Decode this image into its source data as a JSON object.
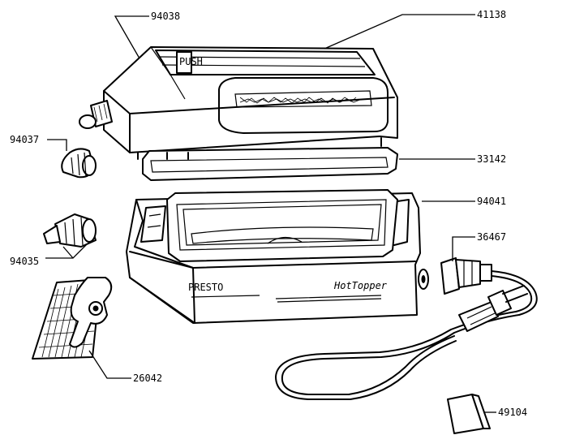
{
  "parts": [
    {
      "id": "lid",
      "number": "94038"
    },
    {
      "id": "topper-panel",
      "number": "41138"
    },
    {
      "id": "knob-small",
      "number": "94037"
    },
    {
      "id": "gasket",
      "number": "33142"
    },
    {
      "id": "base",
      "number": "94041"
    },
    {
      "id": "plug-connector",
      "number": "36467"
    },
    {
      "id": "knob-large",
      "number": "94035"
    },
    {
      "id": "rack-clip",
      "number": "26042"
    },
    {
      "id": "booklet",
      "number": "49104"
    }
  ],
  "brand": {
    "maker": "PRESTO",
    "product": "HotTopper",
    "lid_badge": "PUSH"
  },
  "colors": {
    "ink": "#000000",
    "paper": "#ffffff"
  }
}
